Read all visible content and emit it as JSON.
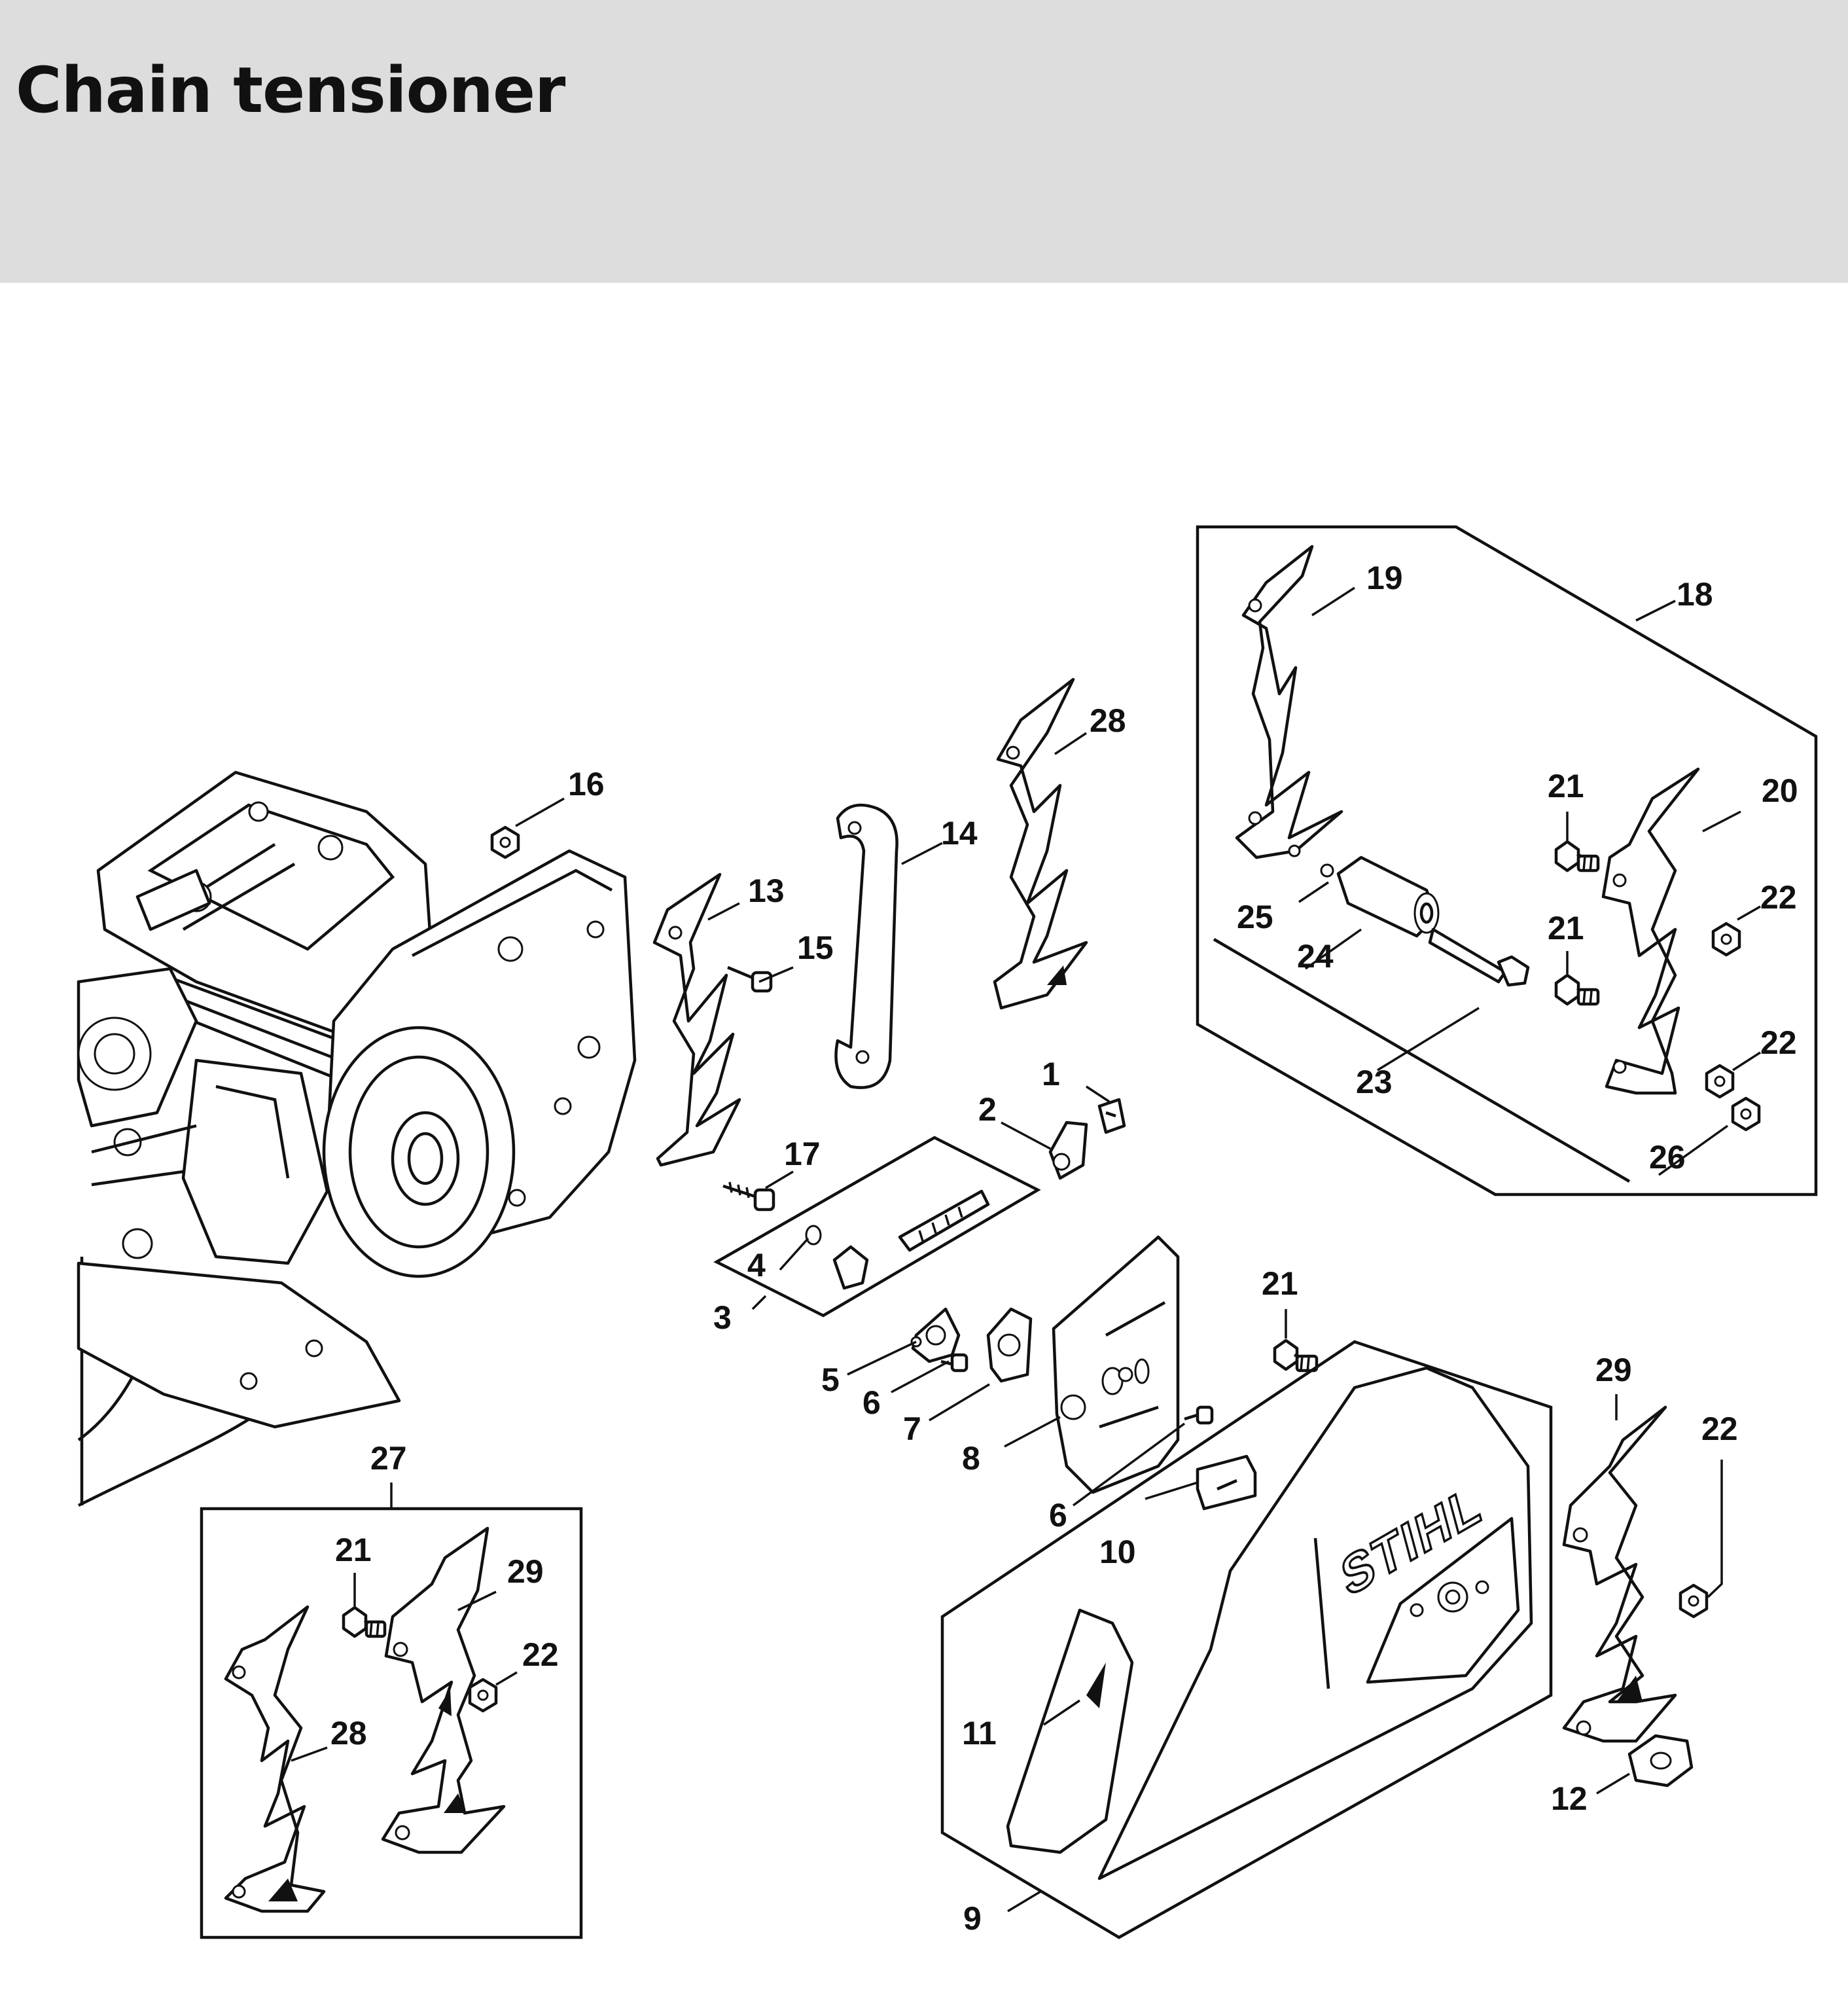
{
  "header": {
    "title": "Chain tensioner"
  },
  "callouts": {
    "c1": "1",
    "c2": "2",
    "c3": "3",
    "c4": "4",
    "c5": "5",
    "c6a": "6",
    "c6b": "6",
    "c7": "7",
    "c8": "8",
    "c9": "9",
    "c10": "10",
    "c11": "11",
    "c12": "12",
    "c13": "13",
    "c14": "14",
    "c15": "15",
    "c16": "16",
    "c17": "17",
    "c18": "18",
    "c19": "19",
    "c20": "20",
    "c21a": "21",
    "c21b": "21",
    "c21c": "21",
    "c21d": "21",
    "c22a": "22",
    "c22b": "22",
    "c22c": "22",
    "c22d": "22",
    "c23": "23",
    "c24": "24",
    "c25": "25",
    "c26": "26",
    "c27": "27",
    "c28a": "28",
    "c28b": "28",
    "c29a": "29",
    "c29b": "29"
  },
  "cover_logo": "STIHL"
}
